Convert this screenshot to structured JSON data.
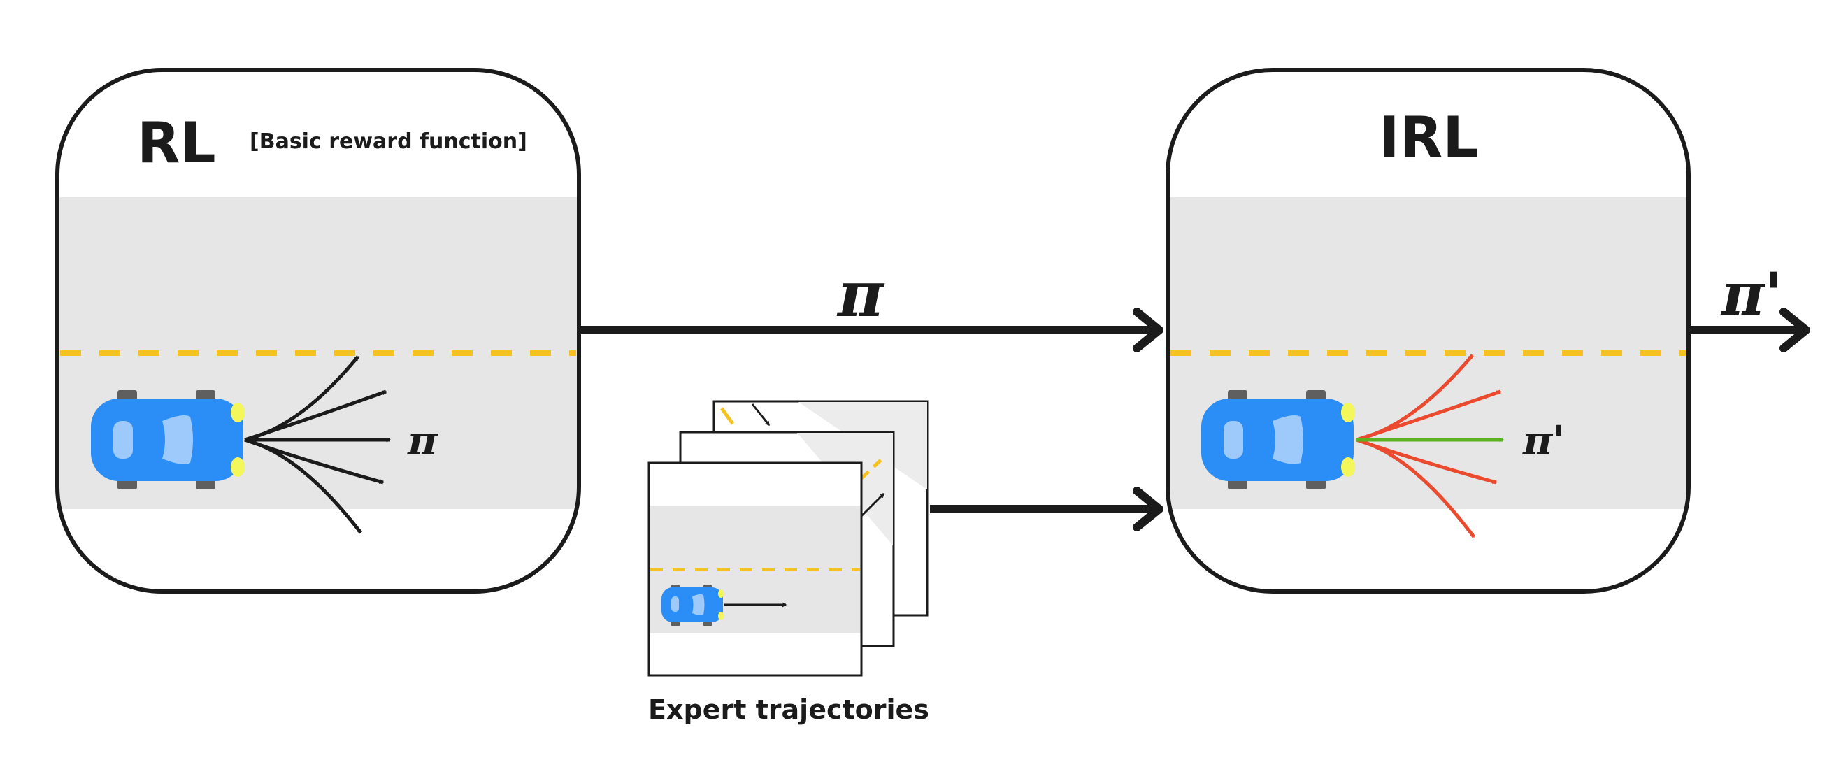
{
  "rl_panel": {
    "title": "RL",
    "subtitle": "[Basic reward function]",
    "policy_label": "π"
  },
  "irl_panel": {
    "title": "IRL",
    "policy_label": "π'"
  },
  "connector": {
    "policy_label": "π",
    "output_label": "π'"
  },
  "expert": {
    "caption": "Expert trajectories"
  },
  "colors": {
    "road": "#e6e6e6",
    "lane_dash": "#f5c221",
    "car_body": "#2b8ef7",
    "car_window": "#9ec9fb",
    "headlight": "#f4f75a",
    "wheel": "#5f5f5f",
    "arrow_dark": "#1b1b1b",
    "arrow_red": "#ea4a2e",
    "arrow_green": "#5bb31f"
  }
}
